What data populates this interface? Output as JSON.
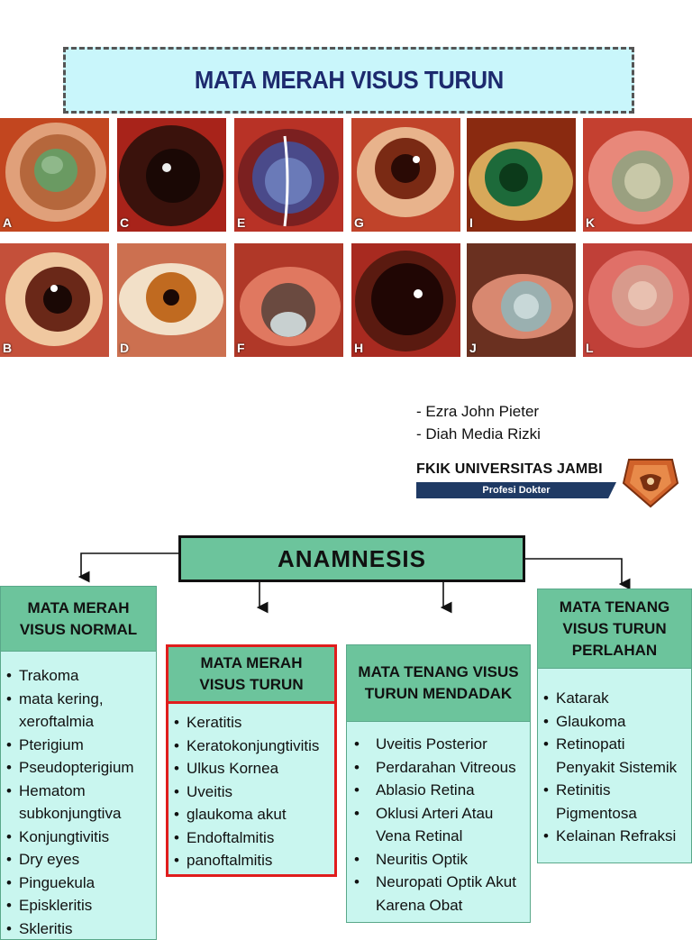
{
  "title": "MATA MERAH VISUS TURUN",
  "photos": {
    "row1": [
      "A",
      "C",
      "E",
      "G",
      "I",
      "K"
    ],
    "row2": [
      "B",
      "D",
      "F",
      "H",
      "J",
      "L"
    ]
  },
  "authors": [
    "- Ezra John Pieter",
    "- Diah Media Rizki"
  ],
  "institution": {
    "name": "FKIK UNIVERSITAS JAMBI",
    "program": "Profesi Dokter"
  },
  "flow": {
    "root": "ANAMNESIS",
    "columns": [
      {
        "header": [
          "MATA MERAH",
          "VISUS NORMAL"
        ],
        "items": [
          "Trakoma",
          "mata kering,\nxeroftalmia",
          "Pterigium",
          "Pseudopterigium",
          "Hematom\nsubkonjungtiva",
          "Konjungtivitis",
          "Dry eyes",
          "Pinguekula",
          "Episkleritis",
          "Skleritis"
        ]
      },
      {
        "header": [
          "MATA MERAH",
          "VISUS TURUN"
        ],
        "items": [
          "Keratitis",
          "Keratokonjungtivitis",
          "Ulkus Kornea",
          "Uveitis",
          "glaukoma akut",
          "Endoftalmitis",
          "panoftalmitis"
        ]
      },
      {
        "header": [
          "MATA TENANG VISUS",
          "TURUN MENDADAK"
        ],
        "items": [
          "Uveitis Posterior",
          "Perdarahan Vitreous",
          "Ablasio Retina",
          "Oklusi Arteri Atau\nVena Retinal",
          "Neuritis Optik",
          "Neuropati Optik Akut\nKarena Obat"
        ]
      },
      {
        "header": [
          "MATA TENANG",
          "VISUS TURUN",
          "PERLAHAN"
        ],
        "items": [
          "Katarak",
          "Glaukoma",
          "Retinopati\nPenyakit Sistemik",
          "Retinitis\nPigmentosa",
          "Kelainan Refraksi"
        ]
      }
    ]
  },
  "colors": {
    "title_bg": "#c9f6fb",
    "title_text": "#1d2a6e",
    "header_green": "#6cc49c",
    "body_mint": "#c9f6ef",
    "highlight_red": "#e01d1d",
    "banner_navy": "#1f3a64"
  }
}
